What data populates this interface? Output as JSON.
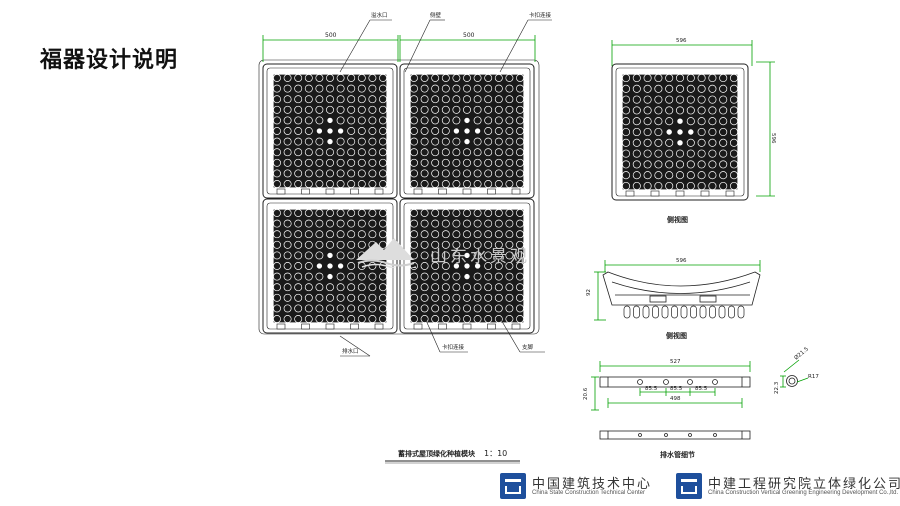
{
  "page": {
    "title": "福器设计说明"
  },
  "plan": {
    "dim_left": "500",
    "dim_right": "500",
    "label_top_1": "溢水口",
    "label_top_2": "侧壁",
    "label_top_3": "卡扣连接",
    "label_bottom_1": "排水口",
    "label_bottom_2": "卡扣连接",
    "label_bottom_3": "支脚",
    "caption_name": "蓄排式屋顶绿化种植模块",
    "caption_scale": "1：10"
  },
  "side_view_1": {
    "dim_top": "596",
    "dim_side": "596",
    "caption": "侧视图"
  },
  "side_view_2": {
    "dim_top": "596",
    "dim_side": "92",
    "caption": "侧视图"
  },
  "pipe_detail": {
    "dim_overall": "527",
    "dim_inner": "498",
    "dim_spacing_1": "85.5",
    "dim_spacing_2": "85.5",
    "dim_spacing_3": "85.5",
    "dim_height": "20.6",
    "dim_diameter": "Ø21.5",
    "dim_radius": "R17",
    "dim_section": "22.3",
    "caption": "排水管细节"
  },
  "watermark": {
    "text": "山东水景观"
  },
  "footer": {
    "org1_cn": "中国建筑技术中心",
    "org1_en": "China State Construction Technical Center",
    "org2_cn": "中建工程研究院立体绿化公司",
    "org2_en": "China Construction Vertical Greening Engineering Development Co.,ltd."
  },
  "colors": {
    "dimension": "#00a000",
    "linework": "#222222",
    "logo": "#1e4f9c"
  }
}
